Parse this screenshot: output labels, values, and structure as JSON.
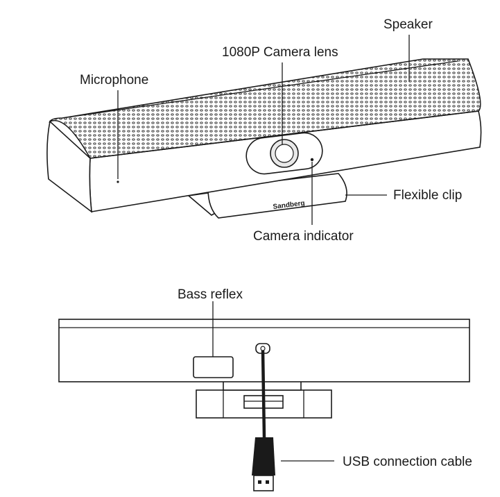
{
  "top_view": {
    "labels": {
      "speaker": "Speaker",
      "camera_lens": "1080P Camera lens",
      "microphone": "Microphone",
      "flexible_clip": "Flexible clip",
      "camera_indicator": "Camera indicator"
    },
    "brand_logo": "Sandberg"
  },
  "back_view": {
    "labels": {
      "bass_reflex": "Bass reflex",
      "usb_cable": "USB connection cable"
    }
  },
  "colors": {
    "line": "#1a1a1a",
    "body_fill": "#ffffff",
    "grille_fill": "#f2f2f2"
  }
}
